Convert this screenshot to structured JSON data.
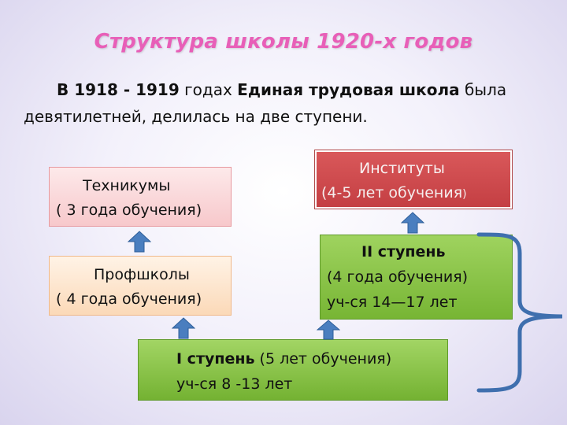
{
  "title": "Структура школы 1920-х годов",
  "intro": {
    "part1": "В 1918 - 1919",
    "part2": " годах ",
    "part3": "Единая трудовая школа",
    "part4": " была девятилетней, делилась на две  ступени."
  },
  "boxes": {
    "technikumy": {
      "name": "Техникумы",
      "duration": "( 3 года обучения)"
    },
    "profshkoly": {
      "name": "Профшколы",
      "duration": "( 4 года обучения)"
    },
    "instituty": {
      "name": "Институты",
      "duration": "(4-5 лет обучения",
      "close_paren": ")"
    },
    "step2": {
      "name": "II ступень",
      "duration": "(4 года обучения)",
      "ages": "уч-ся 14—17 лет"
    },
    "step1": {
      "name": "I ступень",
      "duration": " (5 лет  обучения)",
      "ages": "уч-ся 8 -13 лет"
    }
  },
  "colors": {
    "title": "#e85fb8",
    "arrow": "#4a7ebf",
    "brace": "#3f6fae",
    "institutes": "#c94a4c",
    "steps": "#8cc54a"
  }
}
